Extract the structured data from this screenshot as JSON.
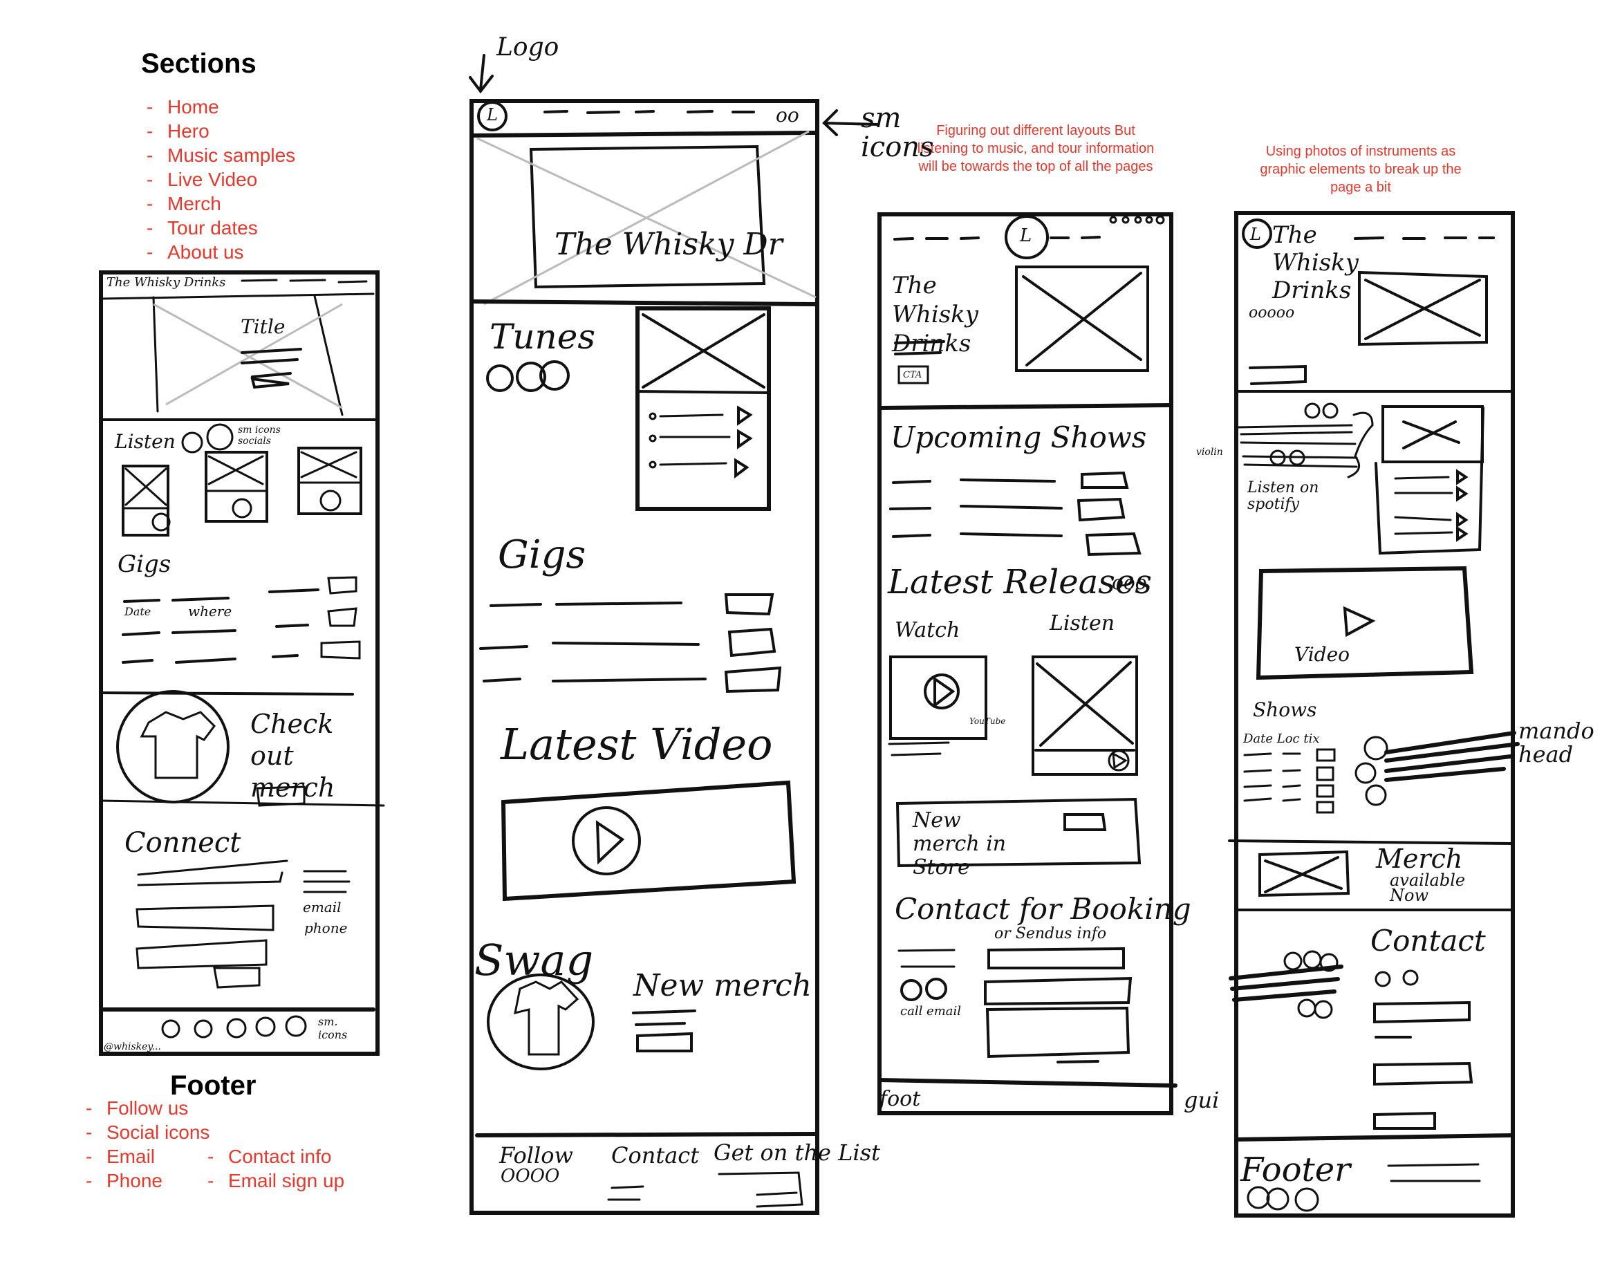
{
  "sections": {
    "heading": "Sections",
    "items": [
      "Home",
      "Hero",
      "Music samples",
      "Live Video",
      "Merch",
      "Tour dates",
      "About us"
    ]
  },
  "footer": {
    "heading": "Footer",
    "col1": [
      "Follow us",
      "Social icons",
      "Email",
      "Phone"
    ],
    "col2": [
      "Contact info",
      "Email sign up"
    ]
  },
  "notes": {
    "layouts": "Figuring out different layouts But listening to music, and tour information will be towards the top of all the pages",
    "instruments": "Using photos of instruments as graphic elements to break up the page a bit"
  },
  "sketch1": {
    "brand": "The Whisky Drinks",
    "title": "Title",
    "listen": "Listen",
    "sm_icons_socials": "sm icons socials",
    "gigs": "Gigs",
    "date": "Date",
    "where": "where",
    "merch_cta": "Check out merch",
    "connect": "Connect",
    "email": "email",
    "phone": "phone",
    "sm_icons": "sm. icons",
    "handle": "@whiskey..."
  },
  "sketch2": {
    "annotation_logo": "Logo",
    "annotation_icons": "sm icons",
    "logo_letter": "L",
    "icons": "oo",
    "hero_text": "The Whisky Dr",
    "tunes": "Tunes",
    "tunes_icons": "OOO",
    "gigs": "Gigs",
    "latest_video": "Latest Video",
    "swag": "Swag",
    "new_merch": "New merch",
    "follow": "Follow",
    "follow_icons": "OOOO",
    "contact": "Contact",
    "get_on_list": "Get on the List"
  },
  "sketch3": {
    "logo_letter": "L",
    "brand": "The Whisky Drinks",
    "cta": "CTA",
    "upcoming_shows": "Upcoming Shows",
    "latest_releases": "Latest Releases",
    "releases_icons": "ooo",
    "watch": "Watch",
    "listen": "Listen",
    "youtube": "YouTube",
    "new_merch": "New merch in Store",
    "contact_booking": "Contact for Booking",
    "or_send_info": "or Sendus info",
    "call_email": "call email",
    "foot": "foot",
    "gui": "gui"
  },
  "sketch4": {
    "logo_letter": "L",
    "brand": "The Whisky Drinks",
    "icons": "ooooo",
    "violin": "violin",
    "listen_spotify": "Listen on spotify",
    "video": "Video",
    "shows": "Shows",
    "date_loc_tix": "Date Loc tix",
    "mando_head": "mando head",
    "merch": "Merch",
    "available_now": "available Now",
    "contact": "Contact",
    "footer": "Footer"
  }
}
